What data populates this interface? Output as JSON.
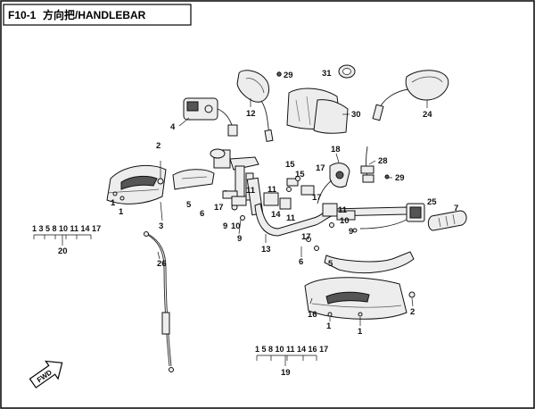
{
  "header": {
    "code": "F10-1",
    "title": "方向把/HANDLEBAR"
  },
  "callouts": [
    {
      "id": "c29a",
      "text": "29"
    },
    {
      "id": "c31",
      "text": "31"
    },
    {
      "id": "c24",
      "text": "24"
    },
    {
      "id": "c12",
      "text": "12"
    },
    {
      "id": "c30",
      "text": "30"
    },
    {
      "id": "c4",
      "text": "4"
    },
    {
      "id": "c2a",
      "text": "2"
    },
    {
      "id": "c18",
      "text": "18"
    },
    {
      "id": "c28",
      "text": "28"
    },
    {
      "id": "c29b",
      "text": "29"
    },
    {
      "id": "c15a",
      "text": "15"
    },
    {
      "id": "c15b",
      "text": "15"
    },
    {
      "id": "c17a",
      "text": "17"
    },
    {
      "id": "c1a",
      "text": "1"
    },
    {
      "id": "c1b",
      "text": "1"
    },
    {
      "id": "c5",
      "text": "5"
    },
    {
      "id": "c6a",
      "text": "6"
    },
    {
      "id": "c3",
      "text": "3"
    },
    {
      "id": "c17b",
      "text": "17"
    },
    {
      "id": "c10a",
      "text": "10"
    },
    {
      "id": "c9a",
      "text": "9"
    },
    {
      "id": "c11a",
      "text": "11"
    },
    {
      "id": "c11b",
      "text": "11"
    },
    {
      "id": "c14",
      "text": "14"
    },
    {
      "id": "c11c",
      "text": "11"
    },
    {
      "id": "c9b",
      "text": "9"
    },
    {
      "id": "c13",
      "text": "13"
    },
    {
      "id": "c17c",
      "text": "17"
    },
    {
      "id": "c11d",
      "text": "11"
    },
    {
      "id": "c10b",
      "text": "10"
    },
    {
      "id": "c9c",
      "text": "9"
    },
    {
      "id": "c25",
      "text": "25"
    },
    {
      "id": "c7",
      "text": "7"
    },
    {
      "id": "c17d",
      "text": "17"
    },
    {
      "id": "c6b",
      "text": "6"
    },
    {
      "id": "c5b",
      "text": "5"
    },
    {
      "id": "c26",
      "text": "26"
    },
    {
      "id": "c16",
      "text": "16"
    },
    {
      "id": "c2b",
      "text": "2"
    },
    {
      "id": "c1c",
      "text": "1"
    },
    {
      "id": "c1d",
      "text": "1"
    }
  ],
  "groups": [
    {
      "id": "g20",
      "members": "1 3 5 8 10 11 14 17",
      "number": "20"
    },
    {
      "id": "g19",
      "members": "1 5 8 10 11 14 16 17",
      "number": "19"
    }
  ],
  "fwd_label": "FWD"
}
